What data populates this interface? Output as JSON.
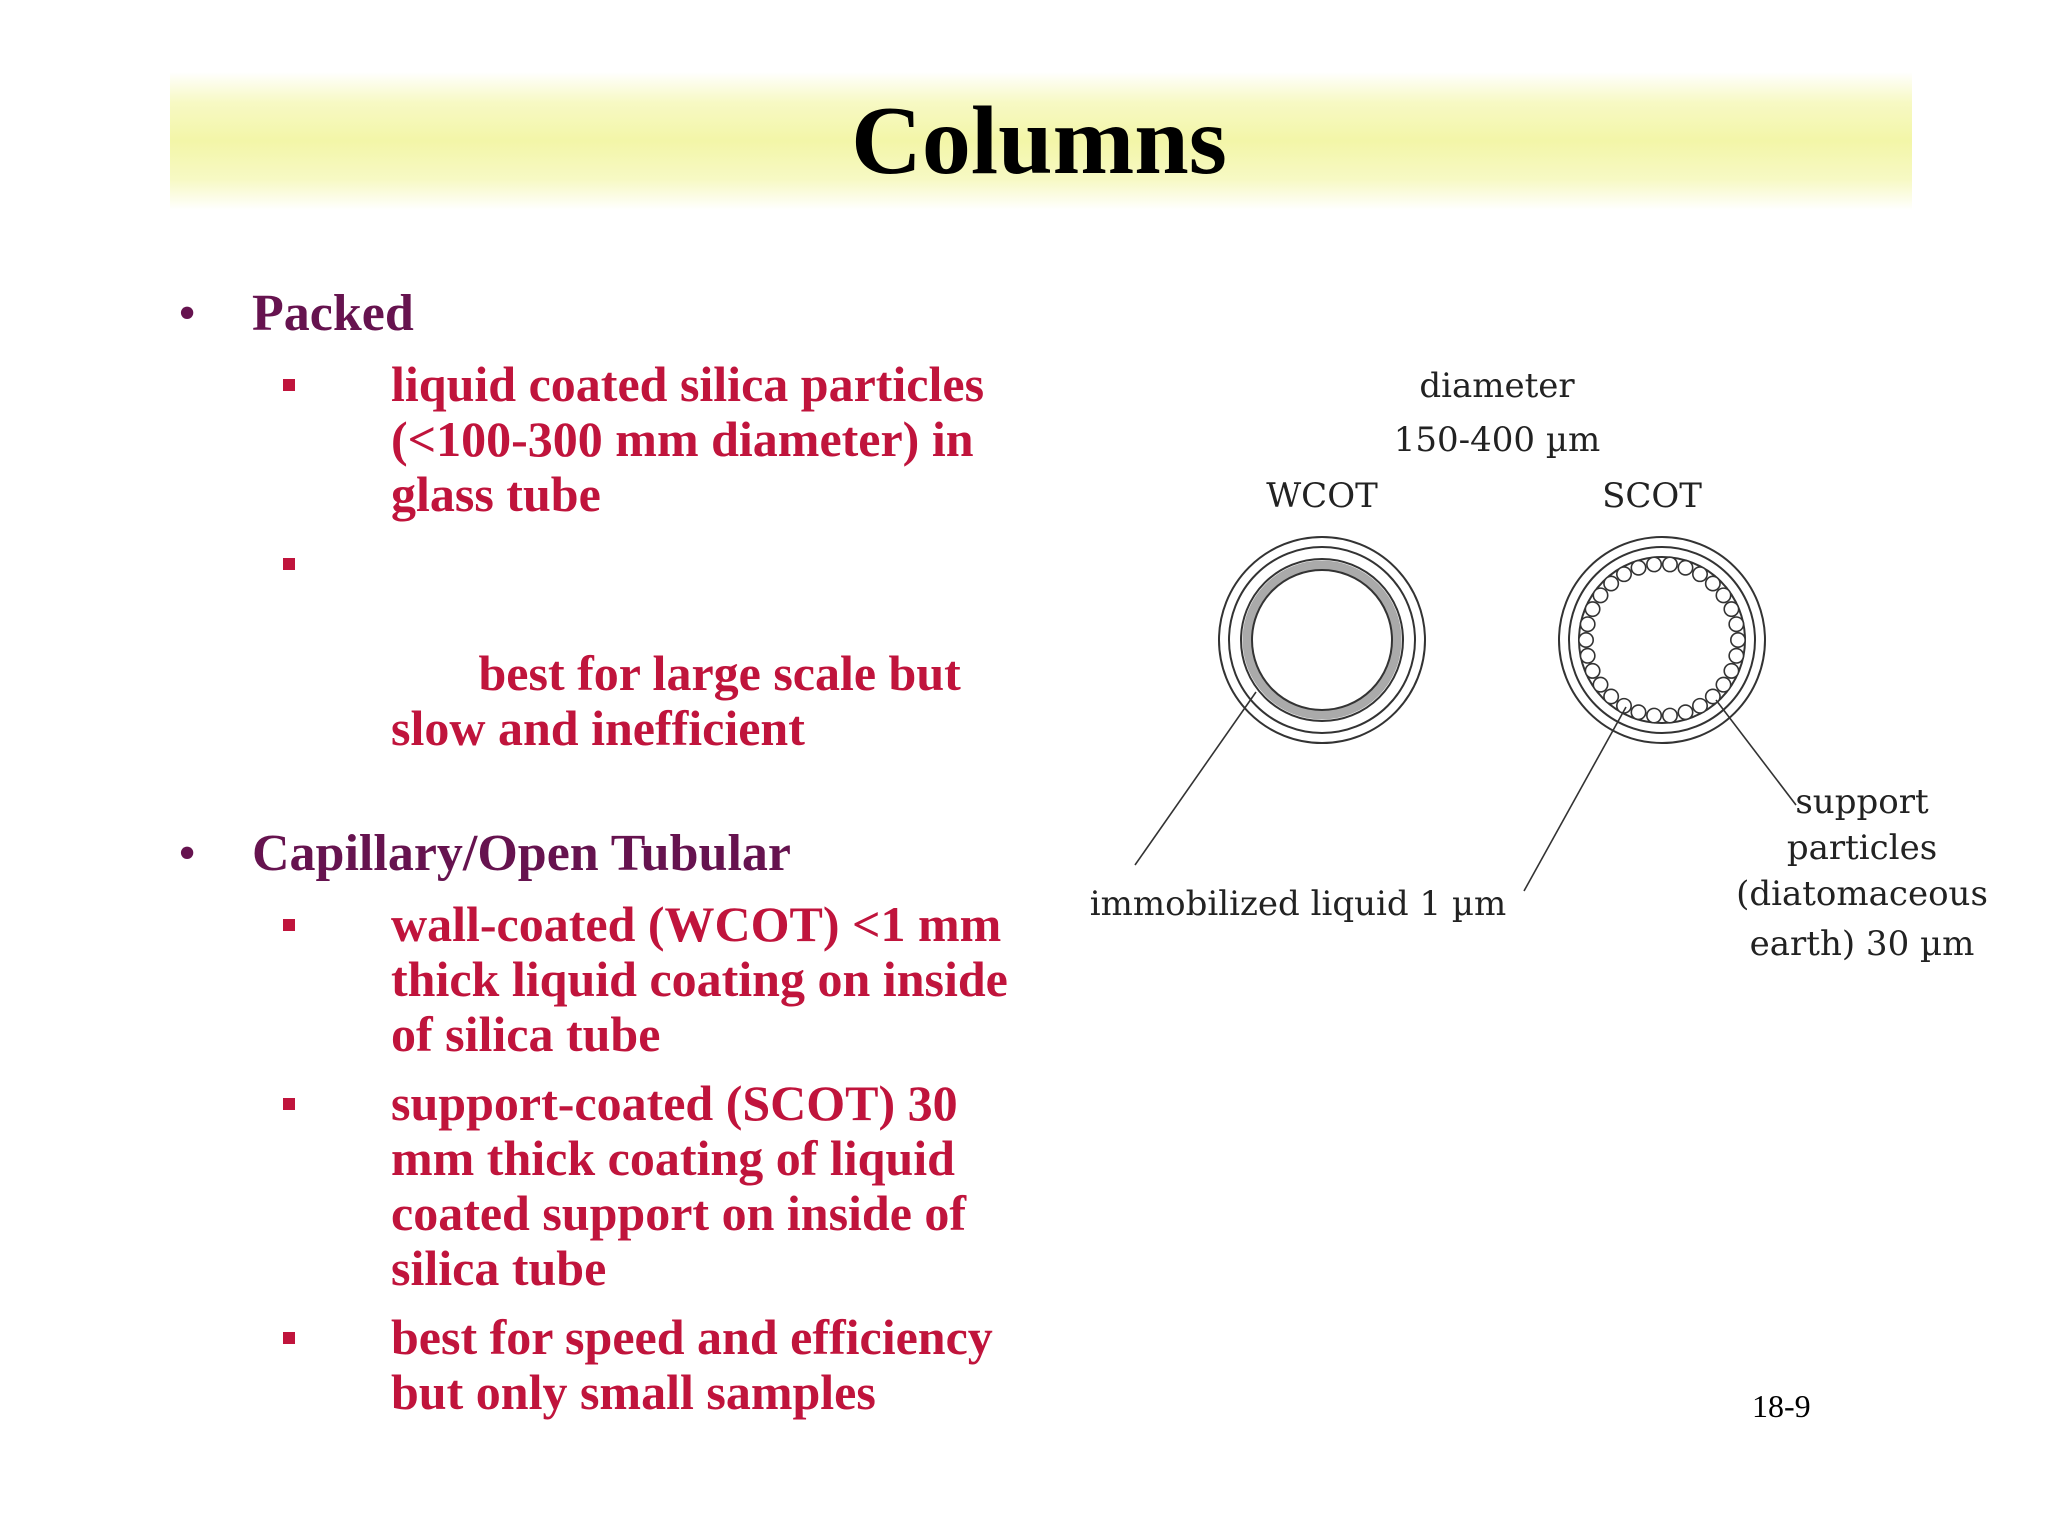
{
  "slide": {
    "title": "Columns",
    "number": "18-9"
  },
  "colors": {
    "heading": "#66134f",
    "body": "#c0143c",
    "title_band": "#f3f6a8"
  },
  "bullets": [
    {
      "text": "Packed",
      "children": [
        "liquid coated silica particles (<100-300 mm diameter) in glass tube",
        " best for large scale but slow and inefficient"
      ]
    },
    {
      "text": "Capillary/Open Tubular",
      "children": [
        "wall-coated (WCOT) <1 mm thick liquid coating on inside of silica tube",
        "support-coated (SCOT) 30 mm thick coating of liquid coated support on inside of silica tube",
        "best for speed and efficiency but only small samples"
      ]
    }
  ],
  "diagram": {
    "diameter_label": "diameter",
    "diameter_value": "150-400 µm",
    "wcot_label": "WCOT",
    "scot_label": "SCOT",
    "liquid_label": "immobilized liquid 1 µm",
    "support_line1": "support",
    "support_line2": "particles",
    "support_line3": "(diatomaceous",
    "support_line4": "earth) 30 µm"
  }
}
